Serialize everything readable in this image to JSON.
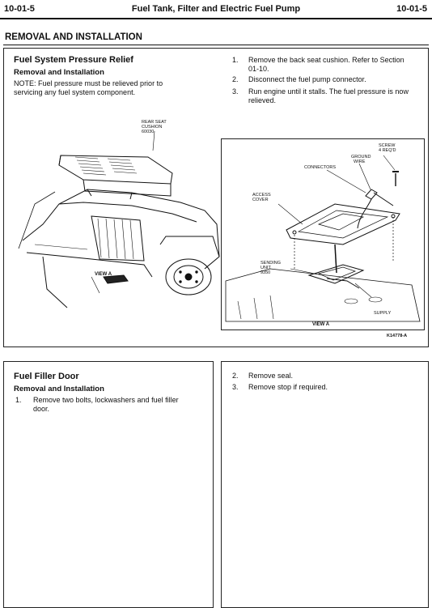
{
  "header": {
    "left": "10-01-5",
    "title": "Fuel Tank, Filter and Electric Fuel Pump",
    "right": "10-01-5"
  },
  "section_title": "REMOVAL AND INSTALLATION",
  "panel1": {
    "title": "Fuel System Pressure Relief",
    "subtitle": "Removal and Installation",
    "note_line1": "NOTE: Fuel pressure must be relieved prior to",
    "note_line2": "servicing any fuel system component.",
    "steps": [
      {
        "num": "1.",
        "line1": "Remove the back seat cushion. Refer to Section",
        "line2": "01-10."
      },
      {
        "num": "2.",
        "line1": "Disconnect the fuel pump connector.",
        "line2": ""
      },
      {
        "num": "3.",
        "line1": "Run engine until it stalls. The fuel pressure is now",
        "line2": "relieved."
      }
    ],
    "figure_left": {
      "rear_seat_1": "REAR SEAT",
      "rear_seat_2": "CUSHION",
      "rear_seat_3": "60030",
      "view_a": "VIEW A"
    },
    "figure_right": {
      "screw_1": "SCREW",
      "screw_2": "4 REQ'D",
      "ground_1": "GROUND",
      "ground_2": "WIRE",
      "connectors": "CONNECTORS",
      "access_1": "ACCESS",
      "access_2": "COVER",
      "sending_1": "SENDING",
      "sending_2": "UNIT",
      "sending_3": "9350",
      "supply": "SUPPLY",
      "view_a": "VIEW A"
    },
    "figure_code": "K14778-A"
  },
  "panel2": {
    "title": "Fuel Filler Door",
    "subtitle": "Removal and Installation",
    "steps": [
      {
        "num": "1.",
        "line1": "Remove two bolts, lockwashers and fuel filler",
        "line2": "door."
      }
    ]
  },
  "panel3": {
    "steps": [
      {
        "num": "2.",
        "line1": "Remove seal."
      },
      {
        "num": "3.",
        "line1": "Remove stop if required."
      }
    ]
  }
}
